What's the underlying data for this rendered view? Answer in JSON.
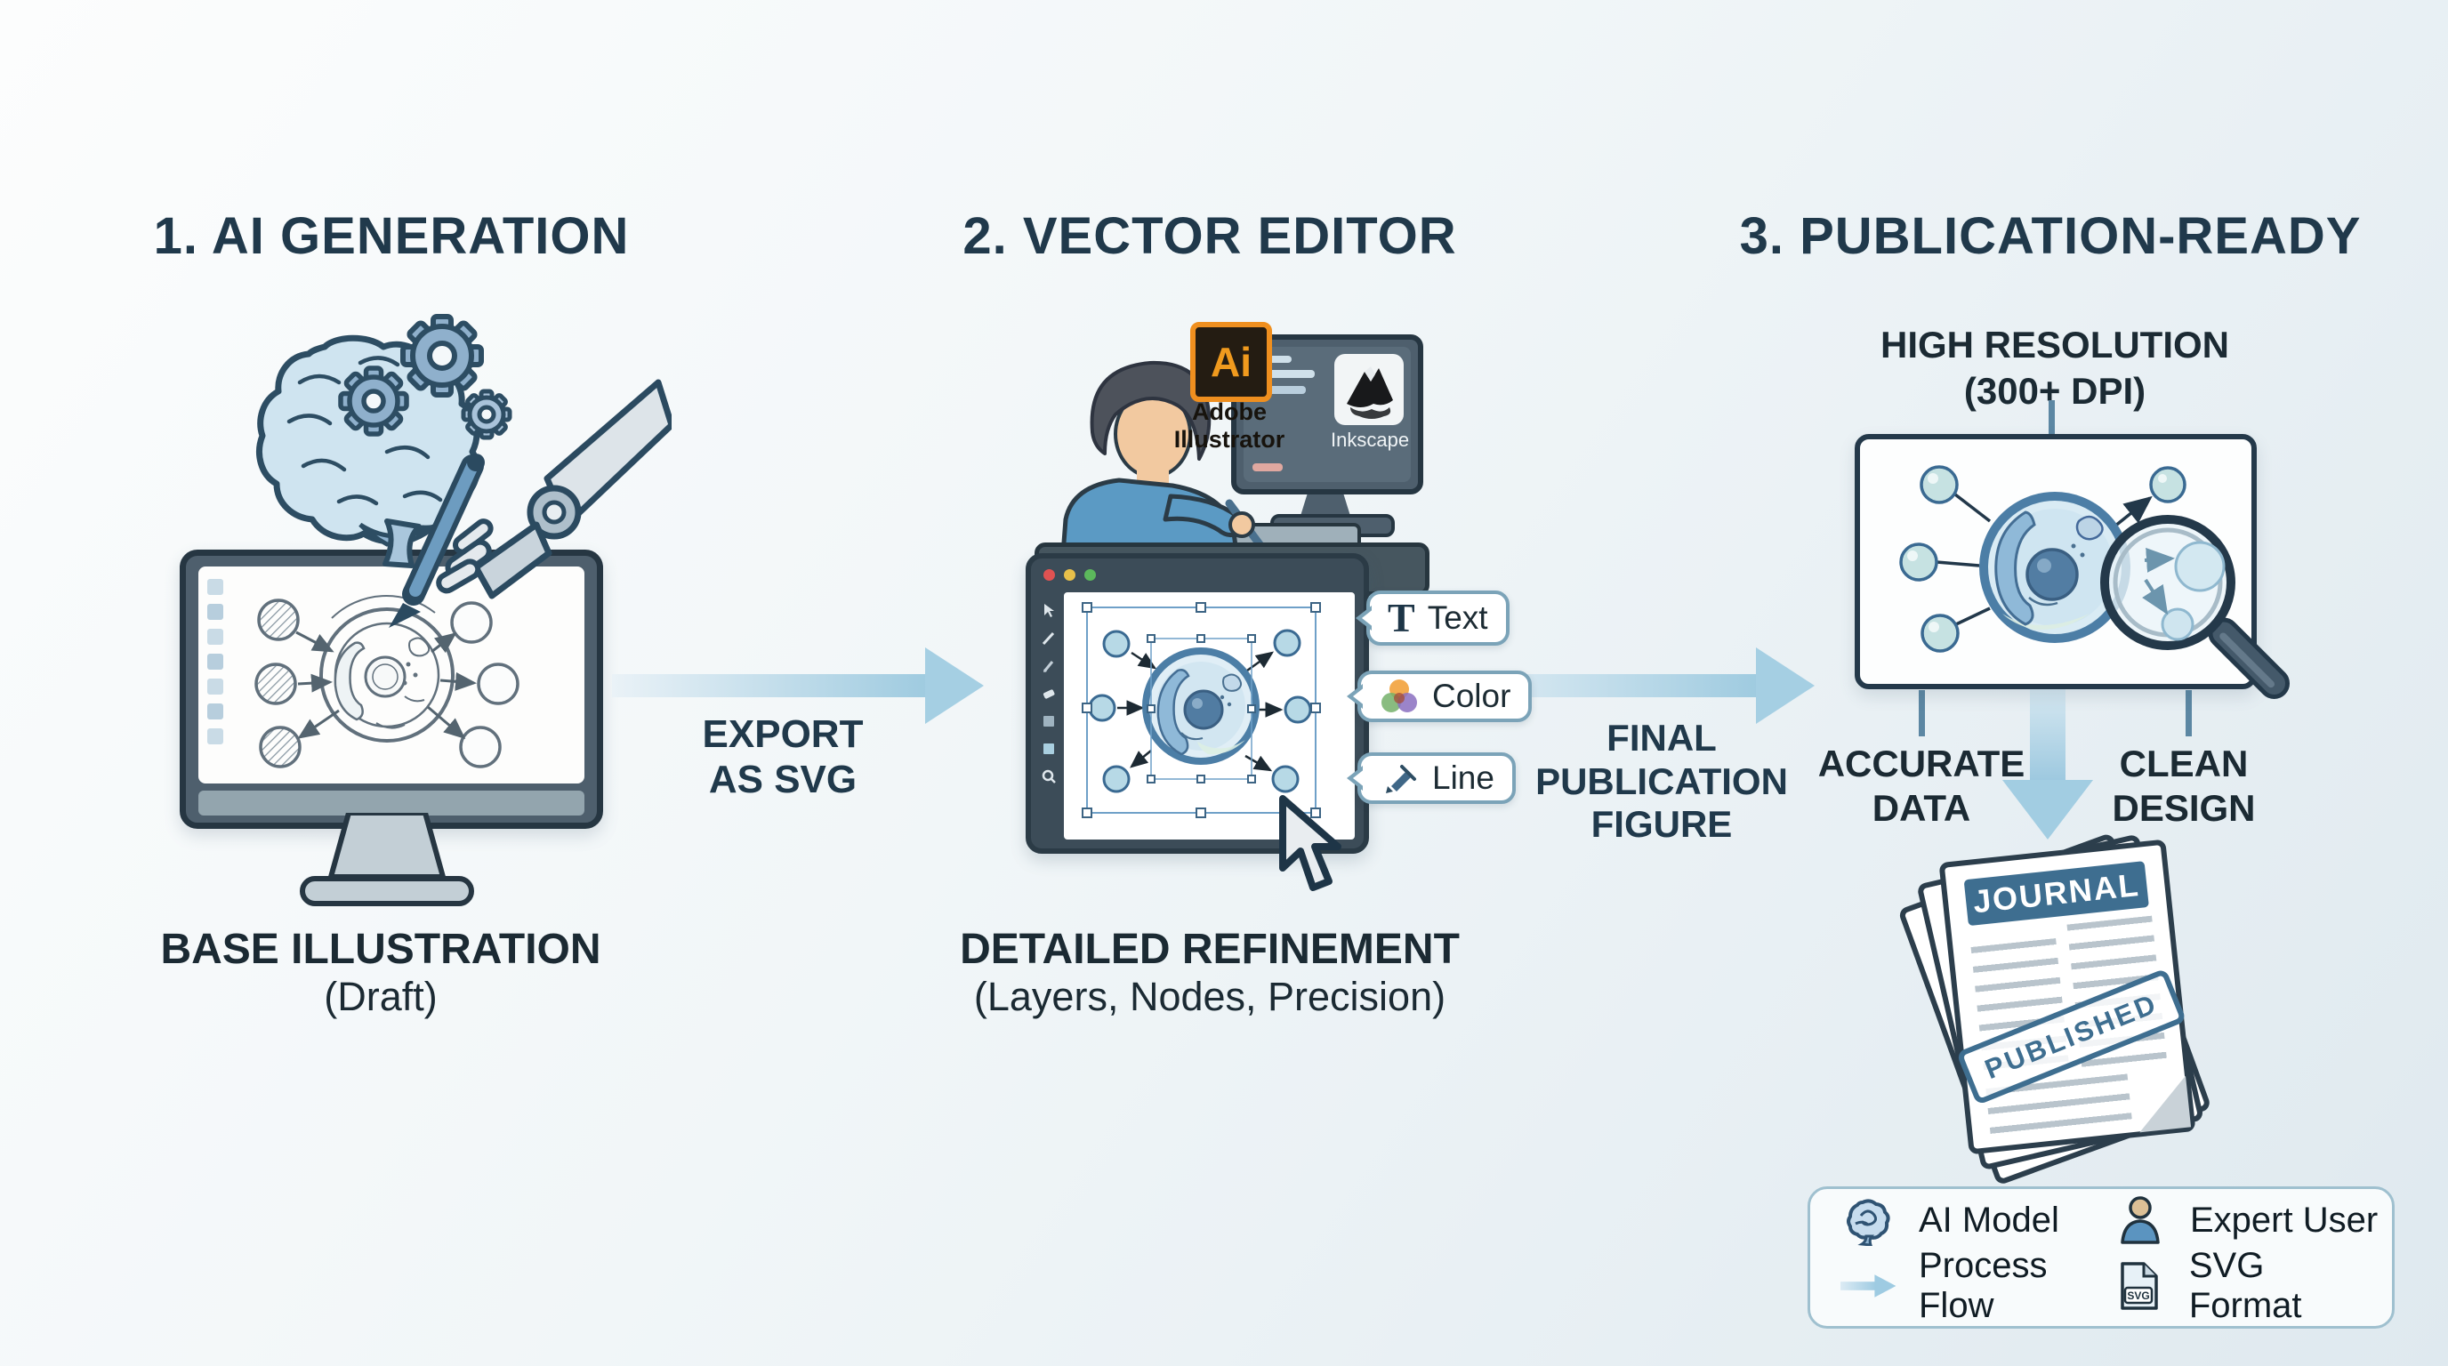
{
  "colors": {
    "navy": "#20394b",
    "text-dark": "#1b2a33",
    "steel": "#4c7ea6",
    "steel-dark": "#2d4d63",
    "arrow-light": "#e6f0f6",
    "arrow-blue": "#9fcbe0",
    "monitor-frame": "#4e5f6d",
    "monitor-edge": "#263642",
    "ai-orange": "#f09a1e",
    "ai-bg": "#241c12",
    "journal-blue": "#3e6e90",
    "bg-top": "#fcfdfd",
    "bg-bottom": "#dfe9ef",
    "legend-border": "#9fc0cf"
  },
  "step1": {
    "title": "1. AI GENERATION",
    "caption": "BASE ILLUSTRATION",
    "subcaption": "(Draft)"
  },
  "flow1": {
    "line1": "EXPORT",
    "line2": "AS SVG"
  },
  "step2": {
    "title": "2. VECTOR EDITOR",
    "caption": "DETAILED REFINEMENT",
    "subcaption": "(Layers, Nodes, Precision)",
    "illustrator_logo": "Ai",
    "illustrator_line1": "Adobe",
    "illustrator_line2": "Illustrator",
    "inkscape_label": "Inkscape",
    "callout_text_icon": "T",
    "callout_text": "Text",
    "callout_color": "Color",
    "callout_line": "Line"
  },
  "flow2": {
    "line1": "FINAL",
    "line2": "PUBLICATION",
    "line3": "FIGURE"
  },
  "step3": {
    "title": "3. PUBLICATION-READY",
    "resolution_line1": "HIGH RESOLUTION",
    "resolution_line2": "(300+ DPI)",
    "feature_left_line1": "ACCURATE",
    "feature_left_line2": "DATA",
    "feature_right_line1": "CLEAN",
    "feature_right_line2": "DESIGN",
    "journal_banner": "JOURNAL",
    "journal_stamp": "PUBLISHED"
  },
  "legend": {
    "svg_badge": "SVG",
    "items": [
      {
        "icon": "brain-icon",
        "label": "AI Model"
      },
      {
        "icon": "expert-user-icon",
        "label": "Expert User"
      },
      {
        "icon": "process-flow-arrow-icon",
        "label": "Process Flow"
      },
      {
        "icon": "svg-file-icon",
        "label": "SVG Format"
      }
    ]
  }
}
